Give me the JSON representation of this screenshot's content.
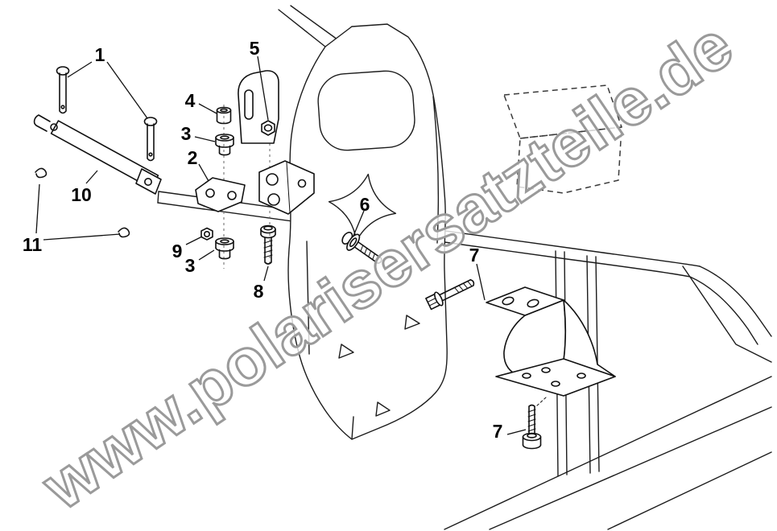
{
  "watermark": {
    "text": "www.polarisersatzteile.de"
  },
  "colors": {
    "line": "#1c1c1c",
    "watermark_stroke": "#9a9a9a",
    "watermark_fill": "#ffffff",
    "background": "#ffffff"
  },
  "callouts": {
    "c1": "1",
    "c2": "2",
    "c3a": "3",
    "c3b": "3",
    "c4": "4",
    "c5": "5",
    "c6": "6",
    "c7a": "7",
    "c7b": "7",
    "c8": "8",
    "c9": "9",
    "c10": "10",
    "c11": "11"
  }
}
